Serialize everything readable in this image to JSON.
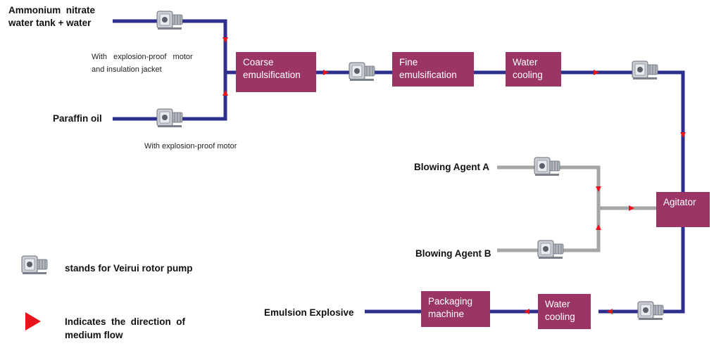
{
  "sources": {
    "ammonium_line1": "Ammonium  nitrate",
    "ammonium_line2": "water tank + water",
    "paraffin": "Paraffin oil",
    "blowing_a": "Blowing Agent A",
    "blowing_b": "Blowing Agent B",
    "emulsion": "Emulsion Explosive"
  },
  "notes": {
    "motor_jacket_line1": "With   explosion-proof   motor",
    "motor_jacket_line2": "and insulation jacket",
    "motor_only": "With explosion-proof motor"
  },
  "boxes": {
    "coarse": [
      "Coarse",
      "emulsification"
    ],
    "fine": [
      "Fine",
      "emulsification"
    ],
    "water_cooling_top": [
      "Water",
      "cooling"
    ],
    "agitator": [
      "Agitator"
    ],
    "water_cooling_bottom": [
      "Water",
      "cooling"
    ],
    "packaging": [
      "Packaging",
      "machine"
    ]
  },
  "legend": {
    "pump_text": "stands for Veirui rotor pump",
    "arrow_text_line1": "Indicates  the  direction  of",
    "arrow_text_line2": "medium flow"
  },
  "colors": {
    "main_pipe": "#2e2e8f",
    "agent_pipe": "#a6a6a6",
    "box_fill": "#9b3565",
    "arrow": "#e8141c"
  },
  "icons": {
    "pump": "rotor-pump-icon",
    "flow_arrow": "flow-direction-arrow-icon"
  }
}
